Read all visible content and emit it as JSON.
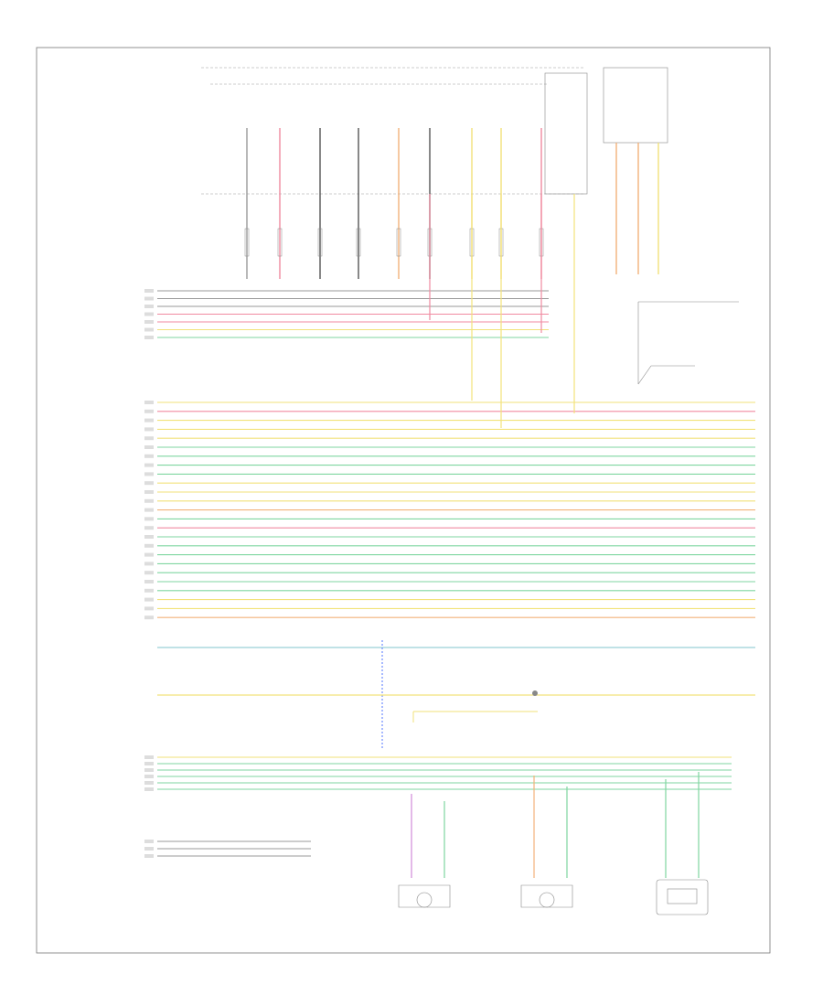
{
  "colors": {
    "yellow": "#f2e27a",
    "pink": "#f08aa0",
    "green": "#7fd6a0",
    "orange": "#f2b27a",
    "blue": "#6f8cff",
    "gray": "#9a9a9a",
    "black": "#555555"
  },
  "diagram": {
    "top_connector_wires": [
      "gray",
      "pink",
      "black",
      "black",
      "orange",
      "black",
      "yellow",
      "yellow",
      "pink"
    ],
    "right_module_wires": [
      "orange",
      "orange",
      "yellow"
    ],
    "upper_group_colors": [
      "gray",
      "gray",
      "gray",
      "pink",
      "pink",
      "yellow",
      "green"
    ],
    "main_group_colors": [
      "yellow",
      "pink",
      "yellow",
      "yellow",
      "yellow",
      "green",
      "green",
      "green",
      "green",
      "yellow",
      "yellow",
      "yellow",
      "orange",
      "green",
      "pink",
      "green",
      "green",
      "green",
      "green",
      "green",
      "green",
      "green",
      "yellow",
      "yellow",
      "orange"
    ],
    "sensor_group_colors": [
      "yellow",
      "green",
      "green",
      "green",
      "green",
      "green"
    ],
    "bottom_left_colors": [
      "gray",
      "gray",
      "gray"
    ],
    "bottom_sensors": [
      "sensor",
      "sensor",
      "battery"
    ]
  }
}
